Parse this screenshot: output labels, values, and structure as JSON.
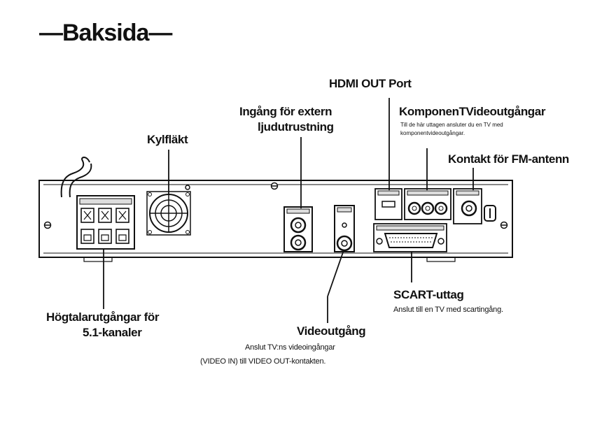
{
  "title": "—Baksida—",
  "labels": {
    "hdmi": "HDMI OUT Port",
    "input_line1": "Ingång för extern",
    "input_line2": "ljudutrustning",
    "fan": "Kylfläkt",
    "component": "KomponenTVideoutgångar",
    "component_note_line1": "Till de här uttagen ansluter du en TV med",
    "component_note_line2": "komponentvideoutgångar.",
    "fm": "Kontakt för FM-antenn",
    "speaker_line1": "Högtalarutgångar för",
    "speaker_line2": "5.1-kanaler",
    "scart": "SCART-uttag",
    "scart_note": "Anslut till en TV med scartingång.",
    "video": "Videoutgång",
    "video_note_line1": "Anslut TV:ns videoingångar",
    "video_note_line2": "(VIDEO IN) till VIDEO OUT-kontakten."
  }
}
